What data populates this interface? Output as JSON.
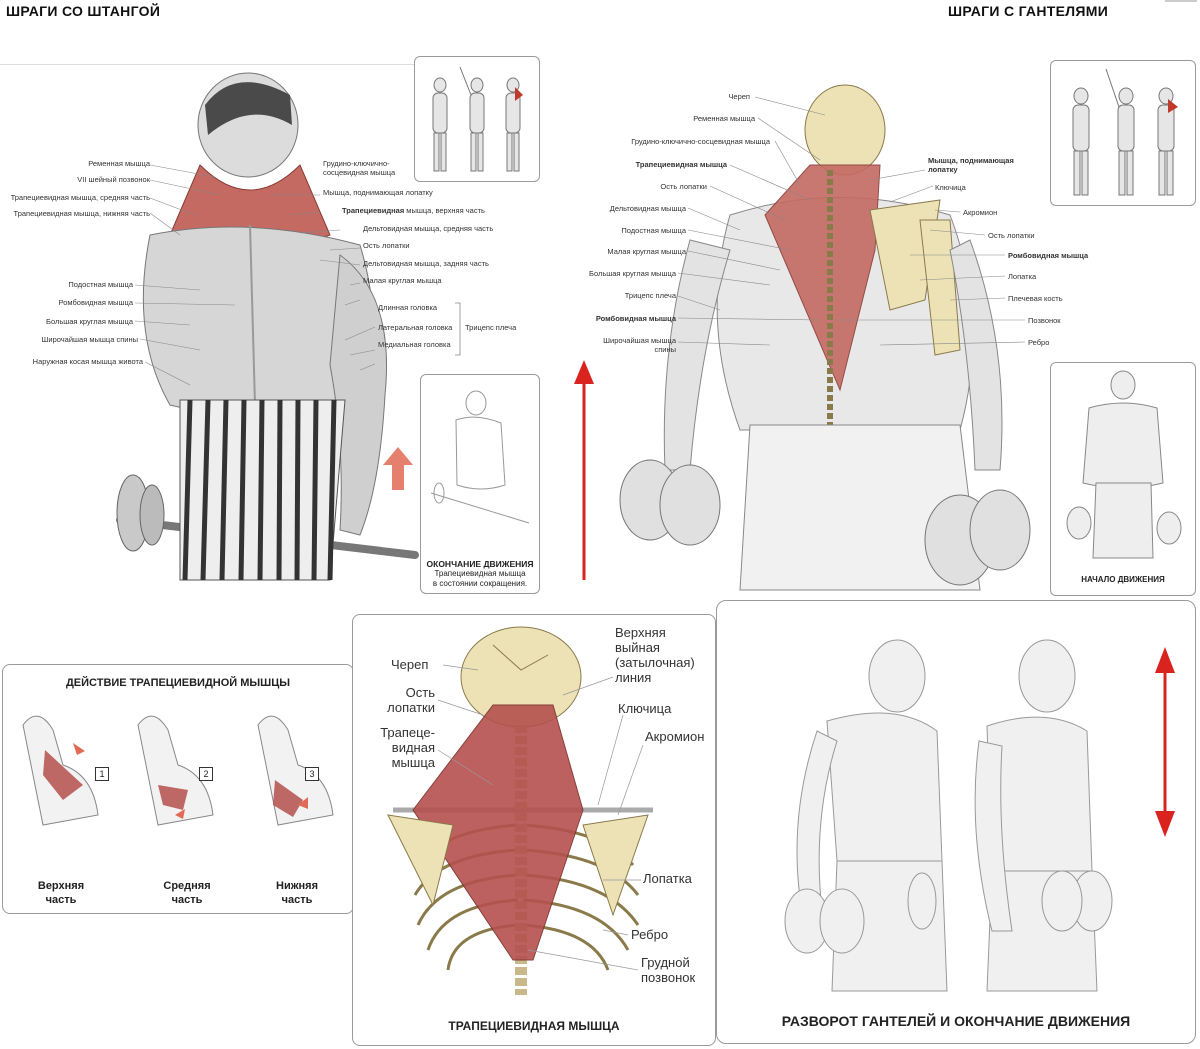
{
  "titles": {
    "left": "ШРАГИ СО ШТАНГОЙ",
    "right": "ШРАГИ С ГАНТЕЛЯМИ"
  },
  "barbell_labels_left": [
    "Ременная мышца",
    "VII шейный позвонок",
    "Трапециевидная мышца, средняя часть",
    "Трапециевидная мышца, нижняя часть",
    "Подостная мышца",
    "Ромбовидная мышца",
    "Большая круглая мышца",
    "Широчайшая мышца спины",
    "Наружная косая мышца живота"
  ],
  "barbell_labels_right": {
    "sternocleido": "Грудино-ключично-\nсосцевидная мышца",
    "levator": "Мышца, поднимающая лопатку",
    "trap_upper_bold": "Трапециевидная",
    "trap_upper_rest": " мышца, верхняя часть",
    "delt_mid": "Дельтовидная мышца, средняя часть",
    "spine": "Ость лопатки",
    "delt_rear": "Дельтовидная мышца, задняя часть",
    "teres_minor": "Малая круглая мышца",
    "long_head": "Длинная головка",
    "lateral_head": "Латеральная головка",
    "medial_head": "Медиальная головка",
    "triceps": "Трицепс плеча"
  },
  "end_inset": {
    "title": "ОКОНЧАНИЕ ДВИЖЕНИЯ",
    "text": "Трапециевидная мышца\nв состоянии сокращения."
  },
  "dumbbell_labels_left": [
    {
      "t": "Череп",
      "b": false
    },
    {
      "t": "Ременная мышца",
      "b": false
    },
    {
      "t": "Грудино-ключично-сосцевидная мышца",
      "b": false
    },
    {
      "t": "Трапециевидная мышца",
      "b": true
    },
    {
      "t": "Ость лопатки",
      "b": false
    },
    {
      "t": "Дельтовидная мышца",
      "b": false
    },
    {
      "t": "Подостная мышца",
      "b": false
    },
    {
      "t": "Малая круглая мышца",
      "b": false
    },
    {
      "t": "Большая круглая мышца",
      "b": false
    },
    {
      "t": "Трицепс плеча",
      "b": false
    },
    {
      "t": "Ромбовидная мышца",
      "b": true
    },
    {
      "t": "Широчайшая мышца\nспины",
      "b": false
    }
  ],
  "dumbbell_labels_right": [
    {
      "t": "Мышца, поднимающая\nлопатку",
      "b": true
    },
    {
      "t": "Ключица",
      "b": false
    },
    {
      "t": "Акромион",
      "b": false
    },
    {
      "t": "Ость лопатки",
      "b": false
    },
    {
      "t": "Ромбовидная мышца",
      "b": true
    },
    {
      "t": "Лопатка",
      "b": false
    },
    {
      "t": "Плечевая кость",
      "b": false
    },
    {
      "t": "Позвонок",
      "b": false
    },
    {
      "t": "Ребро",
      "b": false
    }
  ],
  "start_inset": {
    "title": "НАЧАЛО ДВИЖЕНИЯ"
  },
  "trap_action": {
    "title": "ДЕЙСТВИЕ ТРАПЕЦИЕВИДНОЙ МЫШЦЫ",
    "parts": [
      {
        "num": "1",
        "label": "Верхняя\nчасть"
      },
      {
        "num": "2",
        "label": "Средняя\nчасть"
      },
      {
        "num": "3",
        "label": "Нижняя\nчасть"
      }
    ]
  },
  "skeleton": {
    "title": "ТРАПЕЦИЕВИДНАЯ МЫШЦА",
    "skull": "Череп",
    "spine": "Ость\nлопатки",
    "trap": "Трапеце-\nвидная\nмышца",
    "nuchal": "Верхняя\nвыйная\n(затылочная)\nлиния",
    "clavicle": "Ключица",
    "acromion": "Акромион",
    "scapula": "Лопатка",
    "rib": "Ребро",
    "vertebra": "Грудной\nпозвонок"
  },
  "rotation": {
    "title": "РАЗВОРОТ ГАНТЕЛЕЙ И ОКОНЧАНИЕ ДВИЖЕНИЯ"
  },
  "colors": {
    "muscle": "#b5504e",
    "bone": "#e9dcae",
    "arrow_red": "#d9231f",
    "arrow_faded": "#e06a55",
    "sketch": "#8a8a8a"
  }
}
